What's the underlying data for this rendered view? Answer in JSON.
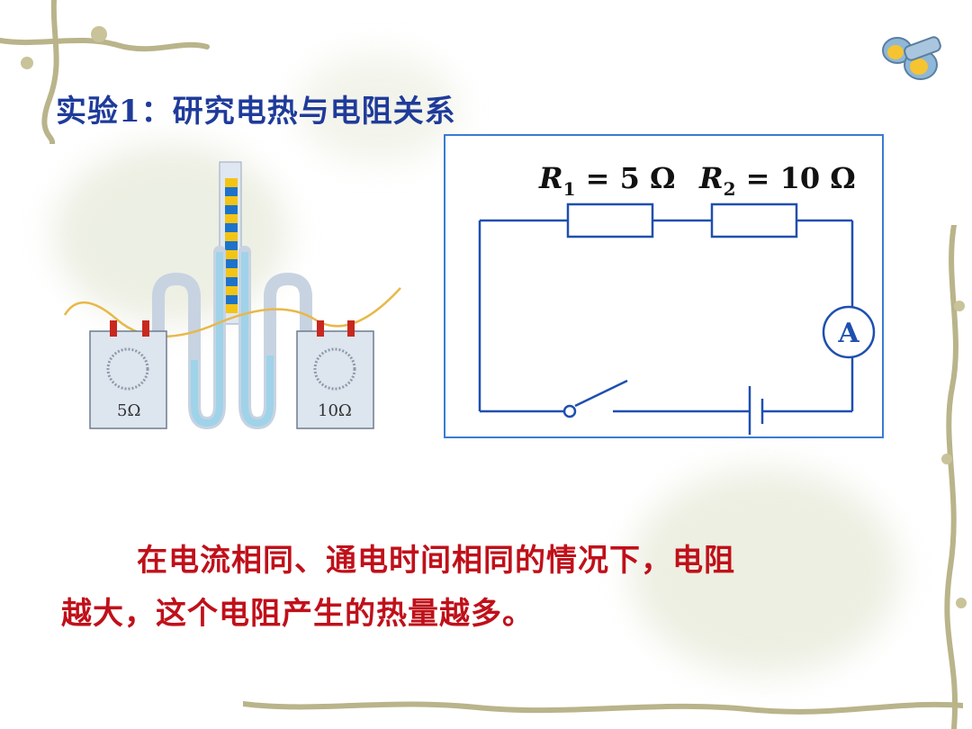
{
  "slide": {
    "title": "实验1：研究电热与电阻关系"
  },
  "apparatus": {
    "left_label": "5Ω",
    "right_label": "10Ω"
  },
  "circuit": {
    "r1_symbol": "R",
    "r1_sub": "1",
    "r1_value": " = 5 Ω",
    "r2_symbol": "R",
    "r2_sub": "2",
    "r2_value": " = 10 Ω",
    "ammeter_label": "A"
  },
  "conclusion": {
    "line1": "在电流相同、通电时间相同的情况下，电阻",
    "line2": "越大，这个电阻产生的热量越多。"
  },
  "colors": {
    "title": "#1f3b9a",
    "conclusion": "#c0101a",
    "circuit_line": "#1f4fb0",
    "frame": "#3b7bd1"
  }
}
